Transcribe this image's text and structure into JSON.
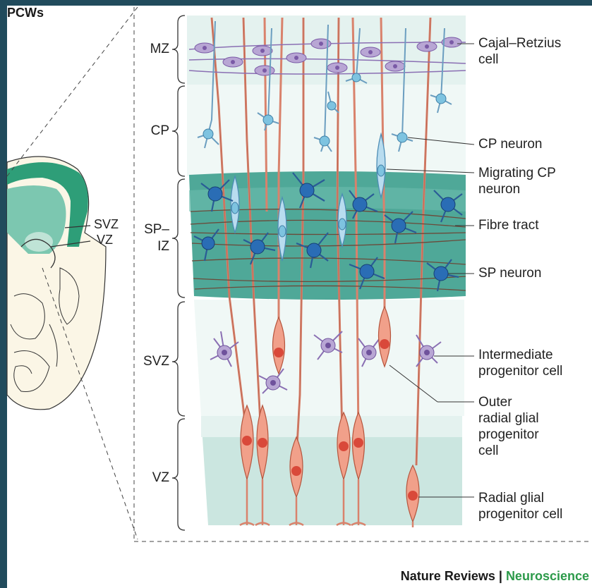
{
  "title": "PCWs",
  "zones": {
    "mz": "MZ",
    "cp": "CP",
    "spiz_line1": "SP–",
    "spiz_line2": "IZ",
    "svz": "SVZ",
    "vz": "VZ"
  },
  "brain_labels": {
    "svz": "SVZ",
    "vz": "VZ"
  },
  "cell_labels": [
    {
      "key": "cajal",
      "lines": [
        "Cajal–Retzius",
        "cell"
      ]
    },
    {
      "key": "cp_neuron",
      "lines": [
        "CP neuron"
      ]
    },
    {
      "key": "migrating",
      "lines": [
        "Migrating CP",
        "neuron"
      ]
    },
    {
      "key": "fibre",
      "lines": [
        "Fibre tract"
      ]
    },
    {
      "key": "sp_neuron",
      "lines": [
        "SP neuron"
      ]
    },
    {
      "key": "intermediate",
      "lines": [
        "Intermediate",
        "progenitor cell"
      ]
    },
    {
      "key": "outer",
      "lines": [
        "Outer",
        "radial glial",
        "progenitor",
        "cell"
      ]
    },
    {
      "key": "radial",
      "lines": [
        "Radial glial",
        "progenitor cell"
      ]
    }
  ],
  "credit": {
    "journal": "Nature Reviews",
    "separator": "|",
    "section": "Neuroscience"
  },
  "colors": {
    "frame": "#214b5c",
    "band_light": "#e4f2ef",
    "band_mid": "#cbe6e0",
    "band_sp": "#4fa898",
    "brain_green": "#2e9e78",
    "glia": "#e07a5f",
    "cajal": "#b8a6d4",
    "cp_neuron": "#7ec3e0",
    "sp_neuron": "#2a6db5",
    "intermediate": "#9b7ec7"
  }
}
